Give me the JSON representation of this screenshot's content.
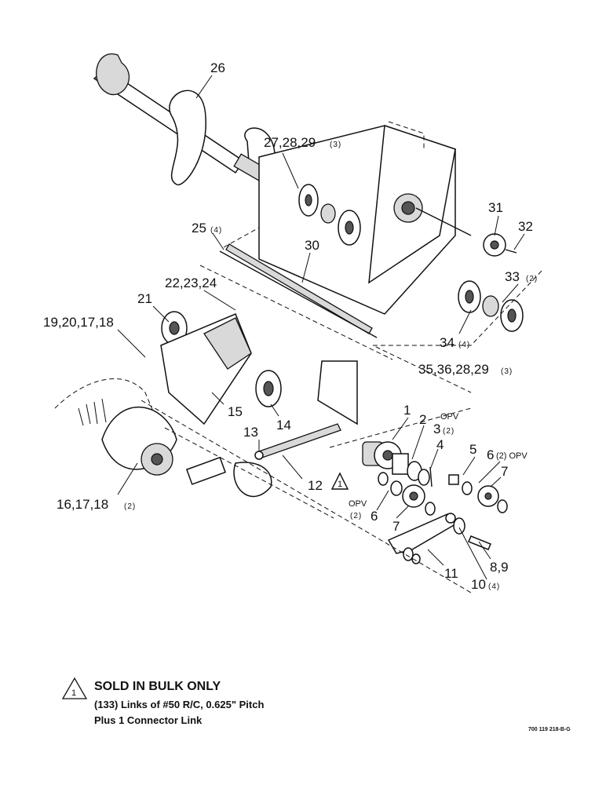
{
  "labels": {
    "p26": "26",
    "p27": "27,28,29",
    "p27q": "(3)",
    "p25": "25",
    "p25q": "(4)",
    "p30": "30",
    "p31": "31",
    "p32": "32",
    "p33": "33",
    "p33q": "(2)",
    "p22": "22,23,24",
    "p21": "21",
    "p19": "19,20,17,18",
    "p34": "34",
    "p34q": "(4)",
    "p35": "35,36,28,29",
    "p35q": "(3)",
    "p15": "15",
    "p14": "14",
    "p13": "13",
    "p12": "12",
    "p1": "1",
    "p2": "2",
    "p3": "3",
    "p3opv": "OPV",
    "p3q": "(2)",
    "p4": "4",
    "p5": "5",
    "p6r": "6",
    "p6rq": "(2) OPV",
    "p7r": "7",
    "p6l": "6",
    "p6lopv": "OPV",
    "p6lq": "(2)",
    "p7l": "7",
    "p16": "16,17,18",
    "p16q": "(2)",
    "p11": "11",
    "p89": "8,9",
    "p10": "10",
    "p10q": "(4)",
    "tri": "1"
  },
  "footnote": {
    "marker": "1",
    "title": "SOLD IN BULK ONLY",
    "line1": "(133) Links of #50 R/C, 0.625\" Pitch",
    "line2": "Plus 1 Connector Link"
  },
  "doc_number": "700 119 218-B-G"
}
